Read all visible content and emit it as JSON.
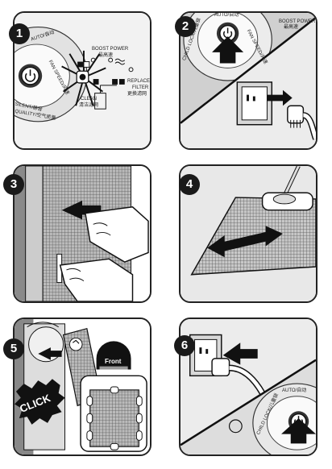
{
  "steps": [
    {
      "number": "1"
    },
    {
      "number": "2"
    },
    {
      "number": "3"
    },
    {
      "number": "4"
    },
    {
      "number": "5"
    },
    {
      "number": "6"
    }
  ],
  "panel1": {
    "auto": "AUTO/自动",
    "fan": "FAN SPEED/风速",
    "boost_en": "BOOST POWER",
    "boost_cn": "最高速",
    "clean_en": "CLEAN",
    "clean_cn": "清洁滤网",
    "replace_en": "REPLACE",
    "filter_en": "FILTER",
    "replace_cn": "更换滤网",
    "silent": "SILENT/静音",
    "quality": "QUALITY/空气质量"
  },
  "panel2": {
    "auto": "AUTO/自动",
    "fan": "FAN SPEED/风速",
    "child": "CHILD LOCK/儿童锁",
    "boost_en": "BOOST POWER",
    "boost_cn": "最高速"
  },
  "panel5": {
    "click": "CLICK",
    "front": "Front"
  },
  "panel6": {
    "auto": "AUTO/自动",
    "child": "CHILD LOCK/儿童锁"
  }
}
